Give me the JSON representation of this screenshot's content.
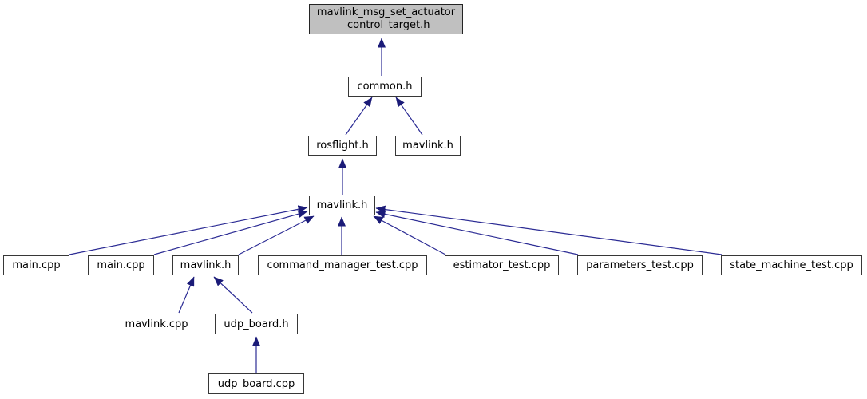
{
  "diagram": {
    "kind": "include-dependency-graph",
    "background_color": "#ffffff",
    "edge_color": "#2b2b94",
    "arrowhead_color": "#1b1b78",
    "node_fill": "#ffffff",
    "node_border_color": "#373737",
    "root_fill": "#c0c0c0",
    "root": {
      "label": "mavlink_msg_set_actuator_control_target.h",
      "line1": "mavlink_msg_set_actuator",
      "line2": "_control_target.h"
    },
    "nodes": {
      "common_h": {
        "label": "common.h"
      },
      "rosflight_h": {
        "label": "rosflight.h"
      },
      "mavlink_h_lib": {
        "label": "mavlink.h"
      },
      "mavlink_h_core": {
        "label": "mavlink.h"
      },
      "main_cpp_1": {
        "label": "main.cpp"
      },
      "main_cpp_2": {
        "label": "main.cpp"
      },
      "mavlink_h_board": {
        "label": "mavlink.h"
      },
      "command_manager_test_cpp": {
        "label": "command_manager_test.cpp"
      },
      "estimator_test_cpp": {
        "label": "estimator_test.cpp"
      },
      "parameters_test_cpp": {
        "label": "parameters_test.cpp"
      },
      "state_machine_test_cpp": {
        "label": "state_machine_test.cpp"
      },
      "mavlink_cpp": {
        "label": "mavlink.cpp"
      },
      "udp_board_h": {
        "label": "udp_board.h"
      },
      "udp_board_cpp": {
        "label": "udp_board.cpp"
      }
    },
    "edges": [
      {
        "includer": "common_h",
        "includes": "root"
      },
      {
        "includer": "rosflight_h",
        "includes": "common_h"
      },
      {
        "includer": "mavlink_h_lib",
        "includes": "common_h"
      },
      {
        "includer": "mavlink_h_core",
        "includes": "rosflight_h"
      },
      {
        "includer": "main_cpp_1",
        "includes": "mavlink_h_core"
      },
      {
        "includer": "main_cpp_2",
        "includes": "mavlink_h_core"
      },
      {
        "includer": "mavlink_h_board",
        "includes": "mavlink_h_core"
      },
      {
        "includer": "command_manager_test_cpp",
        "includes": "mavlink_h_core"
      },
      {
        "includer": "estimator_test_cpp",
        "includes": "mavlink_h_core"
      },
      {
        "includer": "parameters_test_cpp",
        "includes": "mavlink_h_core"
      },
      {
        "includer": "state_machine_test_cpp",
        "includes": "mavlink_h_core"
      },
      {
        "includer": "mavlink_cpp",
        "includes": "mavlink_h_board"
      },
      {
        "includer": "udp_board_h",
        "includes": "mavlink_h_board"
      },
      {
        "includer": "udp_board_cpp",
        "includes": "udp_board_h"
      }
    ]
  }
}
